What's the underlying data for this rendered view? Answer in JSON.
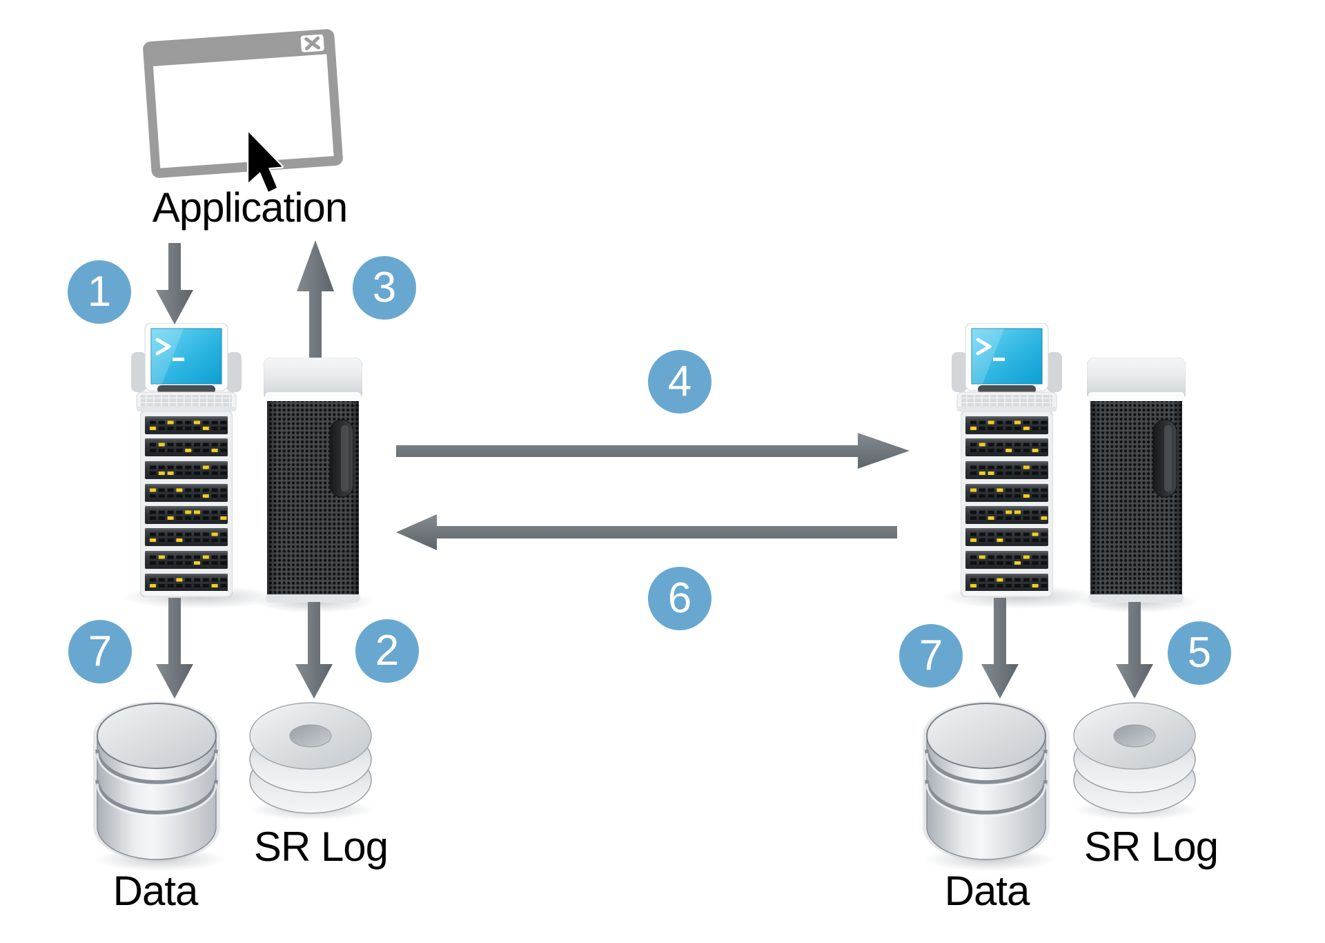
{
  "application": {
    "label": "Application"
  },
  "steps": {
    "step1": "1",
    "step2": "2",
    "step3": "3",
    "step4": "4",
    "step5": "5",
    "step6": "6",
    "step7_left": "7",
    "step7_right": "7"
  },
  "nodes": {
    "primary": {
      "data_label": "Data",
      "srlog_label": "SR Log"
    },
    "secondary": {
      "data_label": "Data",
      "srlog_label": "SR Log"
    }
  },
  "icons": {
    "application_window": "app-window-icon",
    "close": "close-icon",
    "cursor": "cursor-arrow-icon",
    "terminal": "terminal-screen-icon",
    "terminal_prompt": ">_",
    "server_rack": "server-rack-icon",
    "tower_server": "tower-server-icon",
    "data_cylinder": "database-cylinder-icon",
    "sr_log_discs": "log-discs-icon",
    "arrow": "flow-arrow-icon"
  },
  "colors": {
    "badge_blue": "#68a8d0",
    "arrow_gray": "#697075",
    "led_yellow": "#f1cf1e",
    "screen_cyan": "#29b3e0",
    "window_gray": "#9b9b9b",
    "label_black": "#000000"
  }
}
